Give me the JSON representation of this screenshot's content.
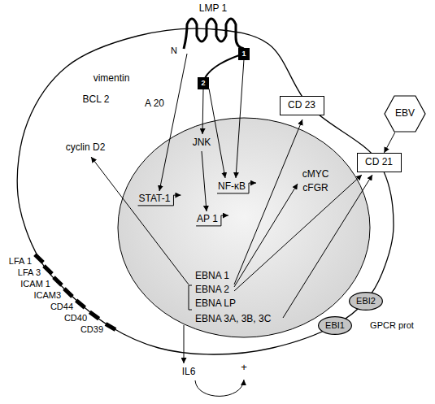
{
  "diagram": {
    "nodes": [
      {
        "text": [
          "1"
        ]
      },
      {
        "text": [
          "2"
        ]
      },
      {
        "text": [
          "CD 23"
        ]
      },
      {
        "text": [
          "EBV"
        ]
      },
      {
        "text": [
          "CD 21"
        ]
      },
      {
        "text": [
          "EBI2"
        ]
      },
      {
        "text": [
          "EBI1"
        ]
      }
    ],
    "edges": [
      {
        "from": 3,
        "to": 4,
        "arrow": "to"
      }
    ],
    "labels": [
      "LMP 1",
      "N",
      "vimentin",
      "BCL 2",
      "A 20",
      "JNK",
      "cyclin D2",
      "cMYC",
      "cFGR",
      "NF-κB",
      "STAT-1",
      "AP 1",
      "EBNA 1",
      "EBNA 2",
      "EBNA LP",
      "EBNA 3A, 3B, 3C",
      "GPCR prot",
      "LFA 1",
      "LFA 3",
      "ICAM 1",
      "ICAM3",
      "CD44",
      "CD40",
      "CD39",
      "IL6",
      "+"
    ]
  }
}
